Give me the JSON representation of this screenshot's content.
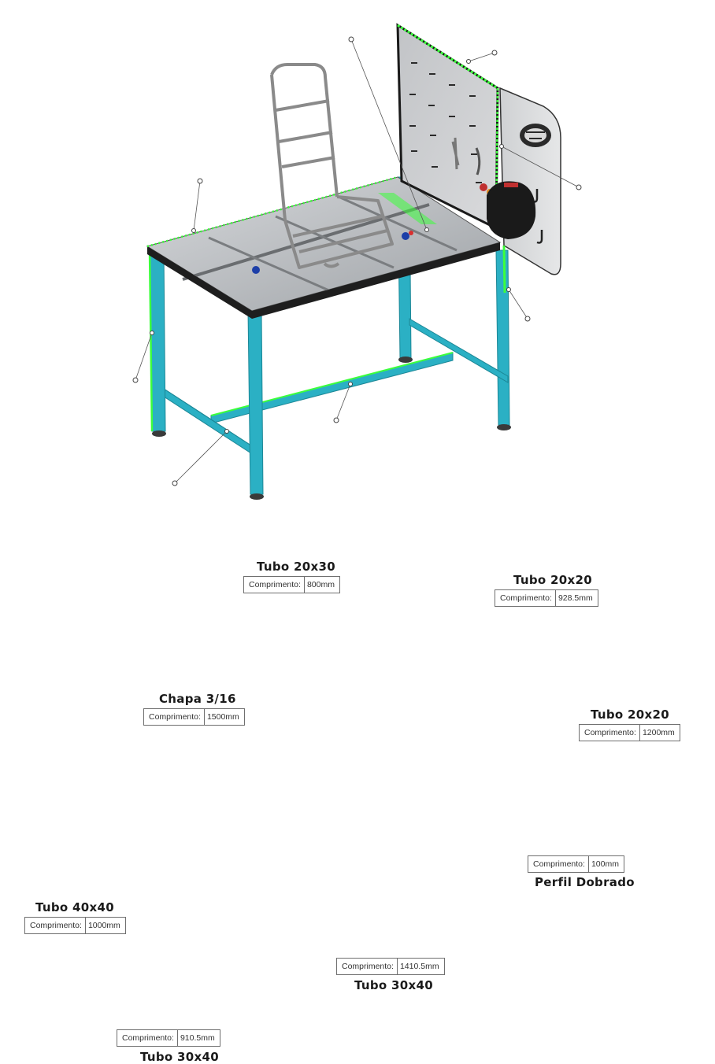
{
  "callouts": [
    {
      "id": "tubo-20x30",
      "title": "Tubo 20x30",
      "label": "Comprimento",
      "value": "800mm"
    },
    {
      "id": "tubo-20x20-top",
      "title": "Tubo 20x20",
      "label": "Comprimento",
      "value": "928.5mm"
    },
    {
      "id": "chapa",
      "title": "Chapa 3/16",
      "label": "Comprimento",
      "value": "1500mm"
    },
    {
      "id": "tubo-20x20-side",
      "title": "Tubo 20x20",
      "label": "Comprimento",
      "value": "1200mm"
    },
    {
      "id": "perfil",
      "title": "Perfil Dobrado",
      "label": "Comprimento",
      "value": "100mm"
    },
    {
      "id": "tubo-40x40",
      "title": "Tubo 40x40",
      "label": "Comprimento",
      "value": "1000mm"
    },
    {
      "id": "tubo-30x40-long",
      "title": "Tubo 30x40",
      "label": "Comprimento",
      "value": "1410.5mm"
    },
    {
      "id": "tubo-30x40-short",
      "title": "Tubo 30x40",
      "label": "Comprimento",
      "value": "910.5mm"
    }
  ],
  "colors": {
    "leg": "#2bb0c4",
    "leg_dark": "#1c8796",
    "highlight": "#3cff3c",
    "top_frame": "#1e1e1e",
    "sheet": "#b9bcc0",
    "panel": "#c9cbce",
    "frame_black": "#1a1a1a",
    "seat": "#8a8a8a"
  }
}
